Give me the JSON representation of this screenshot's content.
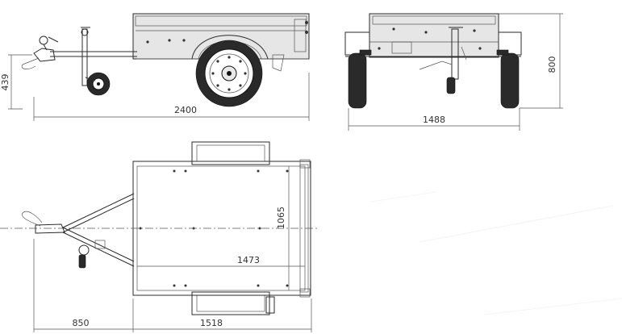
{
  "dimensions": {
    "side_length": "2400",
    "side_hitch_height": "439",
    "rear_width": "1488",
    "rear_height": "800",
    "top_box_length": "1065",
    "top_inner_width": "1473",
    "top_drawbar_length": "850",
    "top_box_width": "1518"
  },
  "colors": {
    "line": "#2b2b2b",
    "panel": "#e6e6e6",
    "tyre": "#2a2a2a"
  }
}
